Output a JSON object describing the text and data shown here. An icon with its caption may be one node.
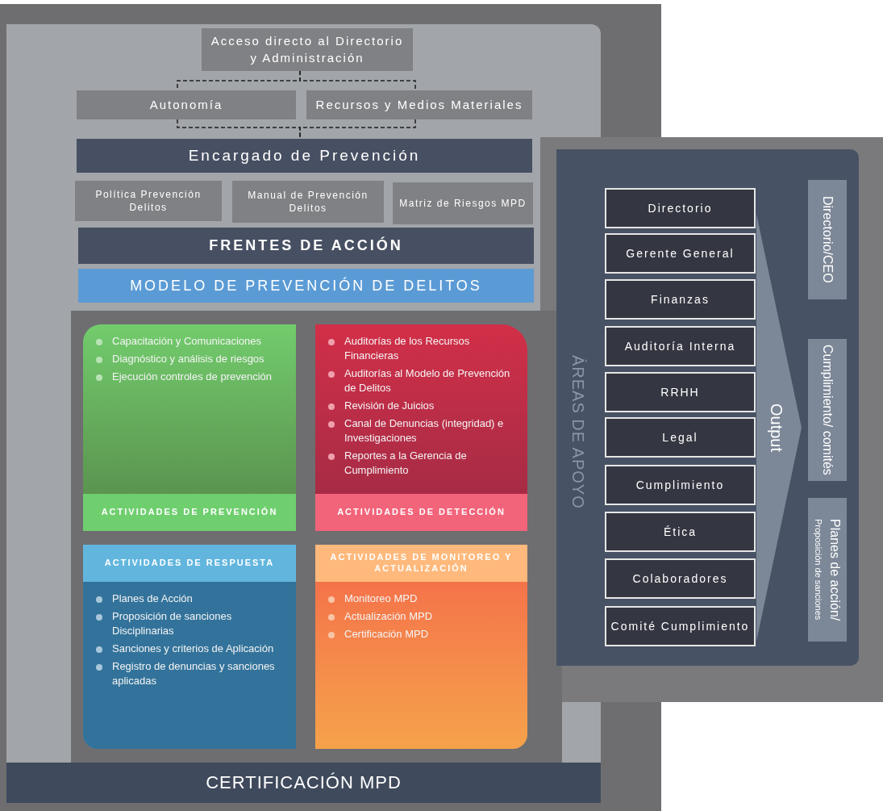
{
  "diagram": {
    "nodes": [
      {
        "text": [
          "Acceso directo al Directorio y Administración"
        ]
      },
      {
        "text": [
          "Autonomía"
        ]
      },
      {
        "text": [
          "Recursos y Medios Materiales"
        ]
      },
      {
        "text": [
          "Encargado de Prevención"
        ]
      },
      {
        "text": [
          "Política Prevención Delitos"
        ]
      },
      {
        "text": [
          "Manual de Prevención Delitos"
        ]
      },
      {
        "text": [
          "Matriz de Riesgos MPD"
        ]
      },
      {
        "text": [
          "FRENTES DE ACCIÓN"
        ]
      },
      {
        "text": [
          "MODELO DE PREVENCIÓN DE DELITOS"
        ]
      },
      {
        "text": [
          "Capacitación y Comunicaciones",
          "Diagnóstico y análisis de riesgos",
          "Ejecución controles de prevención",
          "ACTIVIDADES DE PREVENCIÓN"
        ]
      },
      {
        "text": [
          "Auditorías de los Recursos Financieras",
          "Auditorías al Modelo de Prevención de Delitos",
          "Revisión de Juicios",
          "Canal de Denuncias (integridad) e Investigaciones",
          "Reportes a la Gerencia de Cumplimiento",
          "ACTIVIDADES DE DETECCIÓN"
        ]
      },
      {
        "text": [
          "ACTIVIDADES DE RESPUESTA",
          "Planes de Acción",
          "Proposición de sanciones Disciplinarias",
          "Sanciones y criterios de Aplicación",
          "Registro de denuncias y sanciones aplicadas"
        ]
      },
      {
        "text": [
          "ACTIVIDADES DE MONITOREO Y ACTUALIZACIÓN",
          "Monitoreo MPD",
          "Actualización MPD",
          "Certificación MPD"
        ]
      },
      {
        "text": [
          "ÁREAS DE APOYO"
        ]
      },
      {
        "text": [
          "Directorio"
        ],
        "in": 13
      },
      {
        "text": [
          "Gerente General"
        ],
        "in": 13
      },
      {
        "text": [
          "Finanzas"
        ],
        "in": 13
      },
      {
        "text": [
          "Auditoría Interna"
        ],
        "in": 13
      },
      {
        "text": [
          "RRHH"
        ],
        "in": 13
      },
      {
        "text": [
          "Legal"
        ],
        "in": 13
      },
      {
        "text": [
          "Cumplimiento"
        ],
        "in": 13
      },
      {
        "text": [
          "Ética"
        ],
        "in": 13
      },
      {
        "text": [
          "Colaboradores"
        ],
        "in": 13
      },
      {
        "text": [
          "Comité Cumplimiento"
        ],
        "in": 13
      },
      {
        "text": [
          "Output"
        ],
        "in": 13
      },
      {
        "text": [
          "Directorio/CEO"
        ],
        "in": 13
      },
      {
        "text": [
          "Cumplimiento/ comités"
        ],
        "in": 13
      },
      {
        "text": [
          "Planes de acción/",
          "Proposición de sanciones"
        ],
        "in": 13
      },
      {
        "text": [
          "CERTIFICACIÓN MPD"
        ]
      }
    ],
    "edges": [
      {
        "from": 0,
        "to": 1,
        "arrow": "none",
        "style": "dashed"
      },
      {
        "from": 0,
        "to": 2,
        "arrow": "none",
        "style": "dashed"
      },
      {
        "from": 1,
        "to": 3,
        "arrow": "none",
        "style": "dashed"
      },
      {
        "from": 2,
        "to": 3,
        "arrow": "none",
        "style": "dashed"
      }
    ]
  }
}
